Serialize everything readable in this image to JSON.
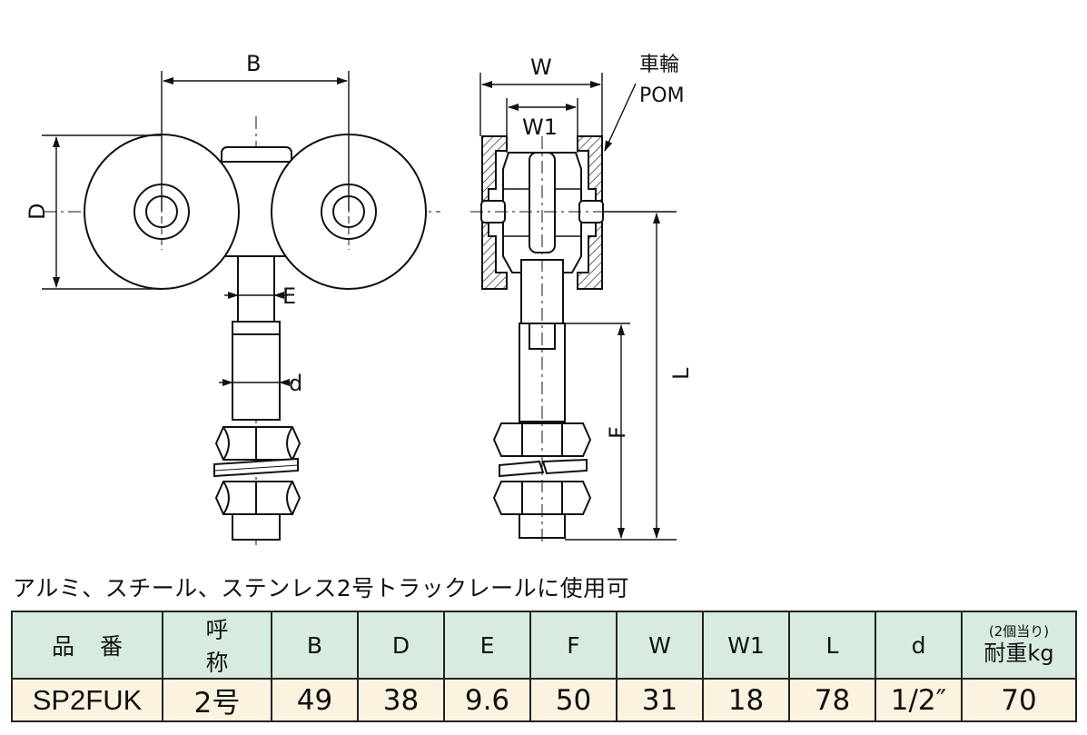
{
  "drawing": {
    "dim_B": "B",
    "dim_D": "D",
    "dim_E": "E",
    "dim_d": "d",
    "dim_W": "W",
    "dim_W1": "W1",
    "dim_L": "L",
    "dim_F": "F",
    "wheel_label": "車輪",
    "wheel_material": "POM"
  },
  "caption": "アルミ、スチール、ステンレス2号トラックレールに使用可",
  "table": {
    "headers": {
      "model": "品番",
      "nominal": "呼称",
      "B": "B",
      "D": "D",
      "E": "E",
      "F": "F",
      "W": "W",
      "W1": "W1",
      "L": "L",
      "d": "d",
      "load_note": "(2個当り)",
      "load": "耐重kg"
    },
    "row": {
      "model": "SP2FUK",
      "nominal": "2号",
      "B": "49",
      "D": "38",
      "E": "9.6",
      "F": "50",
      "W": "31",
      "W1": "18",
      "L": "78",
      "d": "1/2″",
      "load": "70"
    }
  },
  "colors": {
    "header_bg": "#d7ecdf",
    "row_bg": "#fbf3e0"
  }
}
